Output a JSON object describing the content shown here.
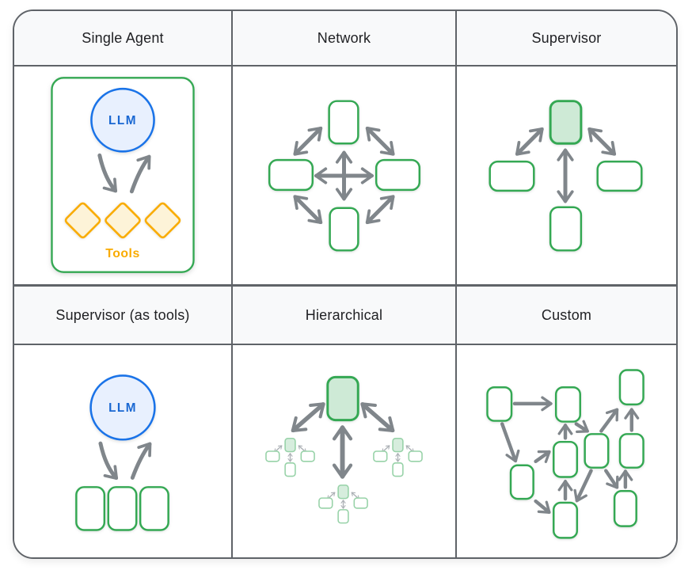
{
  "palette": {
    "green": "#34a853",
    "green_fill": "#ceead6",
    "green_light": "#81c995",
    "blue": "#1a73e8",
    "blue_fill": "#e8f0fe",
    "blue_text": "#1967d2",
    "orange": "#f9ab00",
    "orange_fill": "#fdf3d8",
    "arrow_gray": "#80868b",
    "arrow_gray_light": "#9aa0a6",
    "border_gray": "#5f6368",
    "header_bg": "#f8f9fa",
    "text": "#202124"
  },
  "cells": [
    {
      "title": "Single Agent",
      "llm_label": "LLM",
      "tools_label": "Tools"
    },
    {
      "title": "Network"
    },
    {
      "title": "Supervisor"
    },
    {
      "title": "Supervisor (as tools)",
      "llm_label": "LLM"
    },
    {
      "title": "Hierarchical"
    },
    {
      "title": "Custom"
    }
  ],
  "diagram_data": {
    "single_agent": {
      "nodes": [
        "llm",
        "tool-1",
        "tool-2",
        "tool-3"
      ],
      "edges": [
        [
          "llm",
          "tools",
          "to"
        ],
        [
          "tools",
          "llm",
          "to"
        ]
      ],
      "labels": [
        "LLM",
        "Tools"
      ]
    },
    "network": {
      "nodes": [
        "agent-top",
        "agent-left",
        "agent-right",
        "agent-bottom"
      ],
      "edges": [
        [
          "agent-top",
          "agent-left",
          "bidirectional"
        ],
        [
          "agent-top",
          "agent-right",
          "bidirectional"
        ],
        [
          "agent-top",
          "agent-bottom",
          "bidirectional"
        ],
        [
          "agent-left",
          "agent-right",
          "bidirectional"
        ],
        [
          "agent-left",
          "agent-bottom",
          "bidirectional"
        ],
        [
          "agent-right",
          "agent-bottom",
          "bidirectional"
        ]
      ]
    },
    "supervisor": {
      "nodes": [
        "supervisor-highlighted",
        "agent-left",
        "agent-right",
        "agent-bottom"
      ],
      "edges": [
        [
          "supervisor-highlighted",
          "agent-left",
          "bidirectional"
        ],
        [
          "supervisor-highlighted",
          "agent-right",
          "bidirectional"
        ],
        [
          "supervisor-highlighted",
          "agent-bottom",
          "bidirectional"
        ]
      ]
    },
    "supervisor_as_tools": {
      "nodes": [
        "llm",
        "agent-1",
        "agent-2",
        "agent-3"
      ],
      "edges": [
        [
          "llm",
          "agents",
          "to"
        ],
        [
          "agents",
          "llm",
          "to"
        ]
      ],
      "labels": [
        "LLM"
      ]
    },
    "hierarchical": {
      "nodes": [
        "top-supervisor-highlighted",
        "subteam-left",
        "subteam-bottom",
        "subteam-right"
      ],
      "edges": [
        [
          "top-supervisor-highlighted",
          "subteam-left",
          "bidirectional"
        ],
        [
          "top-supervisor-highlighted",
          "subteam-bottom",
          "bidirectional"
        ],
        [
          "top-supervisor-highlighted",
          "subteam-right",
          "bidirectional"
        ]
      ],
      "subteam_structure": "mini supervisor tree: one highlighted agent bidirectionally linked to two side agents and one bottom agent"
    },
    "custom": {
      "nodes": [
        "a-top-left",
        "b-top-mid",
        "c-top-right",
        "d-mid",
        "e-mid-right",
        "f-right",
        "g-lower-left",
        "h-bottom-mid",
        "i-bottom-right"
      ],
      "edges": [
        [
          "a-top-left",
          "b-top-mid"
        ],
        [
          "a-top-left",
          "g-lower-left"
        ],
        [
          "b-top-mid",
          "e-mid-right"
        ],
        [
          "d-mid",
          "b-top-mid"
        ],
        [
          "e-mid-right",
          "c-top-right"
        ],
        [
          "f-right",
          "c-top-right"
        ],
        [
          "g-lower-left",
          "d-mid"
        ],
        [
          "g-lower-left",
          "h-bottom-mid"
        ],
        [
          "h-bottom-mid",
          "d-mid"
        ],
        [
          "e-mid-right",
          "h-bottom-mid"
        ],
        [
          "e-mid-right",
          "i-bottom-right"
        ],
        [
          "i-bottom-right",
          "f-right"
        ]
      ]
    }
  }
}
